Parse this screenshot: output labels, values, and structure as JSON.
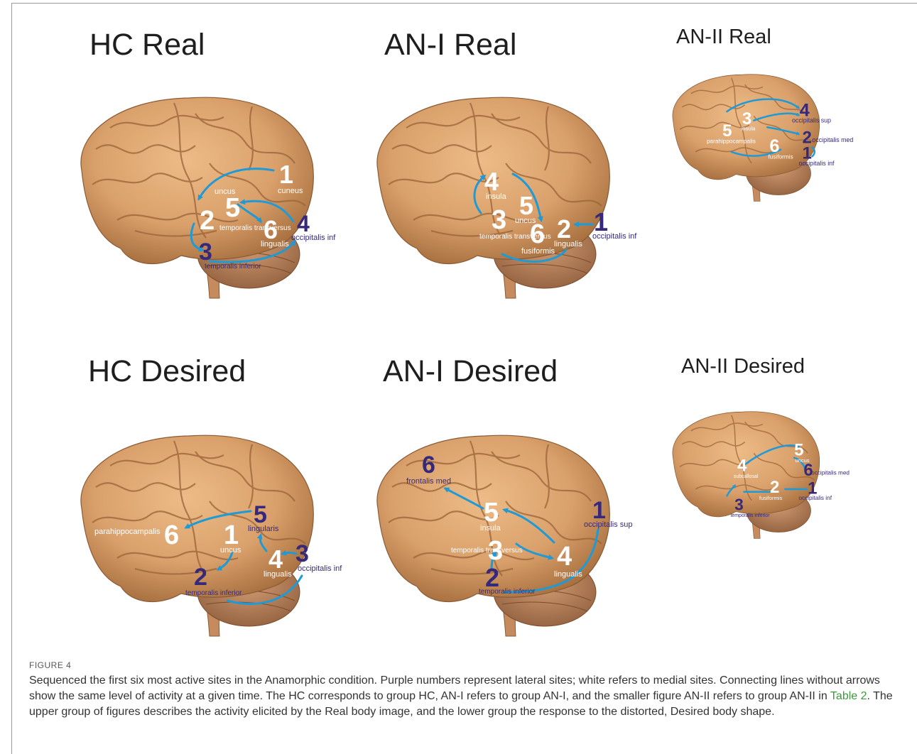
{
  "figure": {
    "label": "FIGURE 4",
    "caption_part1": "Sequenced the first six most active sites in the Anamorphic condition. Purple numbers represent lateral sites; white refers to medial sites. Connecting lines without arrows show the same level of activity at a given time. The HC corresponds to group HC, AN-I refers to group AN-I, and the smaller figure AN-II refers to group AN-II in ",
    "caption_link": "Table 2",
    "caption_part2": ". The upper group of figures describes the activity elicited by the Real body image, and the lower group the response to the distorted, Desired body shape."
  },
  "colors": {
    "lateral_number": "#36297a",
    "medial_number": "#ffffff",
    "connector": "#1e9ad6",
    "brain": "#d9a06b",
    "cerebellum": "#b9805a",
    "link": "#3a9a3a"
  },
  "panels": {
    "hc_real": {
      "title": "HC Real",
      "sites": [
        {
          "n": "1",
          "label": "cuneus"
        },
        {
          "n": "2",
          "label": ""
        },
        {
          "n": "3",
          "label": "temporalis inferior"
        },
        {
          "n": "4",
          "label": "occipitalis inf"
        },
        {
          "n": "5",
          "label": "uncus"
        },
        {
          "n": "6",
          "label": "lingualis"
        }
      ],
      "extra_label": "temporalis transversus"
    },
    "ani_real": {
      "title": "AN-I Real",
      "sites": [
        {
          "n": "1",
          "label": "occipitalis inf"
        },
        {
          "n": "2",
          "label": "lingualis"
        },
        {
          "n": "3",
          "label": "temporalis transversus"
        },
        {
          "n": "4",
          "label": "insula"
        },
        {
          "n": "5",
          "label": "uncus"
        },
        {
          "n": "6",
          "label": "fusiformis"
        }
      ]
    },
    "anii_real": {
      "title": "AN-II Real",
      "sites": [
        {
          "n": "1",
          "label": "occipitalis inf"
        },
        {
          "n": "2",
          "label": "occipitalis med"
        },
        {
          "n": "3",
          "label": "insula"
        },
        {
          "n": "4",
          "label": "occipitalis sup"
        },
        {
          "n": "5",
          "label": "parahippocampalis"
        },
        {
          "n": "6",
          "label": "fusiformis"
        }
      ]
    },
    "hc_desired": {
      "title": "HC Desired",
      "sites": [
        {
          "n": "1",
          "label": "uncus"
        },
        {
          "n": "2",
          "label": "temporalis inferior"
        },
        {
          "n": "3",
          "label": "occipitalis inf"
        },
        {
          "n": "4",
          "label": "lingualis"
        },
        {
          "n": "5",
          "label": "lingularis"
        },
        {
          "n": "6",
          "label": "parahippocampalis"
        }
      ]
    },
    "ani_desired": {
      "title": "AN-I Desired",
      "sites": [
        {
          "n": "1",
          "label": "occipitalis sup"
        },
        {
          "n": "2",
          "label": "temporalis inferior"
        },
        {
          "n": "3",
          "label": "temporalis transversus"
        },
        {
          "n": "4",
          "label": "lingualis"
        },
        {
          "n": "5",
          "label": "insula"
        },
        {
          "n": "6",
          "label": "frontalis med"
        }
      ]
    },
    "anii_desired": {
      "title": "AN-II Desired",
      "sites": [
        {
          "n": "1",
          "label": "occipitalis inf"
        },
        {
          "n": "2",
          "label": "fusiformis"
        },
        {
          "n": "3",
          "label": "temporalis inferior"
        },
        {
          "n": "4",
          "label": "subcallosal"
        },
        {
          "n": "5",
          "label": "uncus"
        },
        {
          "n": "6",
          "label": "occipitalis med"
        }
      ]
    }
  }
}
